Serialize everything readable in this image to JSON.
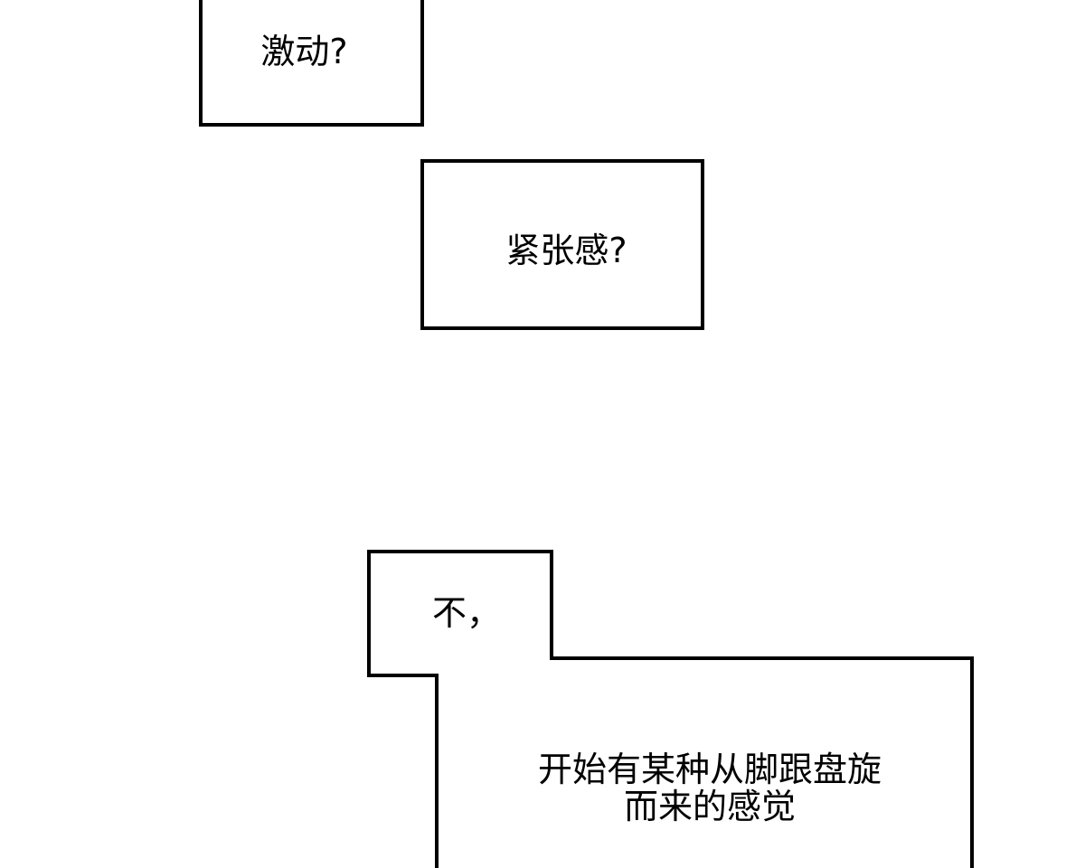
{
  "page": {
    "background_color": "#ffffff",
    "line_color": "#000000",
    "text_color": "#000000"
  },
  "bubbles": {
    "excited": {
      "text": "激动?"
    },
    "tension": {
      "text": "紧张感?"
    },
    "no": {
      "text": "不，"
    },
    "feeling": {
      "line1": "开始有某种从脚跟盘旋",
      "line2": "而来的感觉"
    }
  }
}
